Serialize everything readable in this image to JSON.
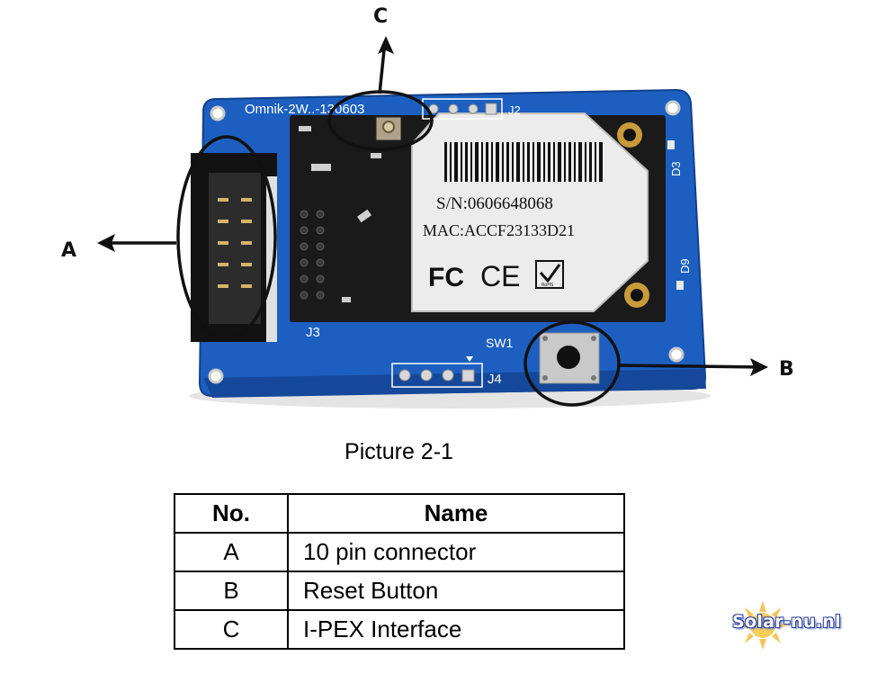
{
  "callouts": {
    "a": "A",
    "b": "B",
    "c": "C"
  },
  "board": {
    "silkscreen_model": "Omnik-2W..-130603",
    "label_j2": "J2",
    "label_j3": "J3",
    "label_j4": "J4",
    "label_sw1": "SW1",
    "label_d3": "D3",
    "label_d9": "D9",
    "sn": "S/N:0606648068",
    "mac": "MAC:ACCF23133D21",
    "fc_mark": "FC",
    "ce_mark": "CE",
    "rohs_mark": "RoHS"
  },
  "caption": "Picture 2-1",
  "table": {
    "headers": [
      "No.",
      "Name"
    ],
    "rows": [
      {
        "no": "A",
        "name": "10 pin connector"
      },
      {
        "no": "B",
        "name": "Reset Button"
      },
      {
        "no": "C",
        "name": "I-PEX Interface"
      }
    ]
  },
  "watermark": {
    "text": "Solar-nu.nl"
  },
  "colors": {
    "pcb": "#1c5fc0",
    "pcb_edge": "#123f8a",
    "module": "#ececec",
    "ink": "#111111"
  }
}
